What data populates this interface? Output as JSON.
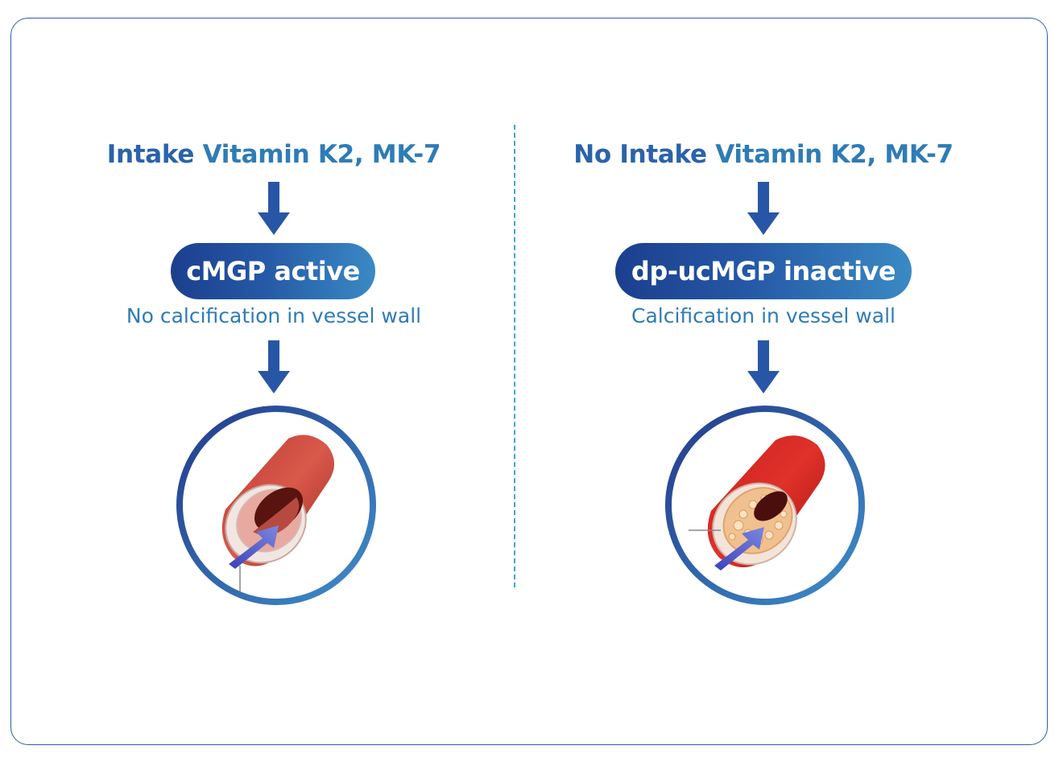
{
  "panels": [
    {
      "heading_lead": "Intake",
      "heading_rest": "Vitamin K2, MK-7",
      "pill_label": "cMGP active",
      "subtext": "No calcification in vessel wall",
      "illustration": "healthy-vessel-cross-section"
    },
    {
      "heading_lead": "No Intake",
      "heading_rest": "Vitamin K2, MK-7",
      "pill_label": "dp-ucMGP inactive",
      "subtext": "Calcification in vessel wall",
      "illustration": "calcified-vessel-cross-section"
    }
  ],
  "colors": {
    "frame": "#2f5ea8",
    "heading": "#2e7cb6",
    "arrow": "#2856a6",
    "pill_start": "#1b3f8e",
    "pill_end": "#3a8ac4",
    "divider": "#3fa2d6",
    "vessel_red": "#c9302c"
  }
}
